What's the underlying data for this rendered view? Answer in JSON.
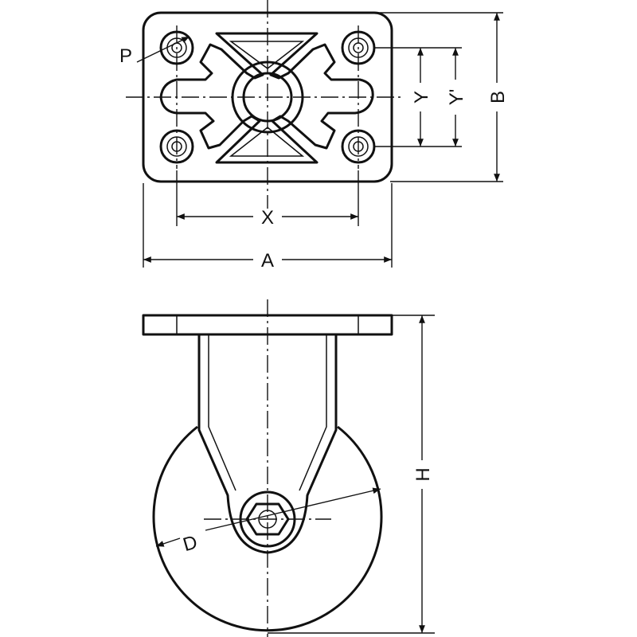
{
  "labels": {
    "P": "P",
    "X": "X",
    "A": "A",
    "Y": "Y",
    "Y_prime": "Y'",
    "B": "B",
    "H": "H",
    "D": "D"
  }
}
